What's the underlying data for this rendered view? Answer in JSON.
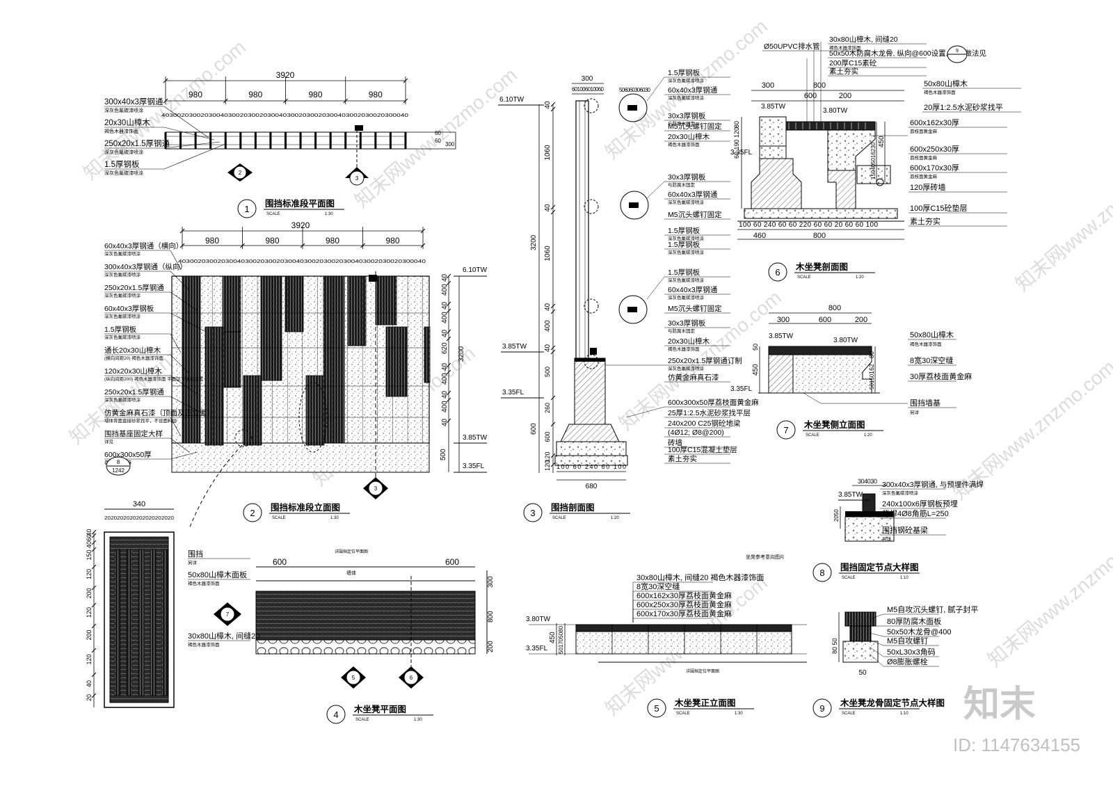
{
  "views": {
    "v1": {
      "num": "1",
      "title": "围挡标准段平面图",
      "scale_label": "SCALE",
      "scale": "1:30",
      "dim_total": "3920",
      "dim_seg": [
        "980",
        "980",
        "980",
        "980"
      ],
      "sub_dims": "403002030020300403002030020300403002030020300403002030020300040",
      "notes": [
        [
          "300x40x3厚钢通",
          "深灰色氟碳漆喷涂"
        ],
        [
          "20x30山樟木",
          "褐色木器漆饰面"
        ],
        [
          "250x20x1.5厚钢通",
          "深灰色氟碳漆喷涂"
        ],
        [
          "1.5厚钢板",
          "深灰色氟碳漆喷涂"
        ]
      ],
      "right_dims": [
        "60",
        "60",
        "300"
      ],
      "markers": [
        "2",
        "3"
      ]
    },
    "v2": {
      "num": "2",
      "title": "围挡标准段立面图",
      "scale_label": "SCALE",
      "scale": "1:30",
      "dim_total": "3920",
      "dim_seg": [
        "980",
        "980",
        "980",
        "980"
      ],
      "sub_dims": "403002030020300403002030020300403002030020300403002030020300040",
      "notes": [
        [
          "60x40x3厚钢通（横向）",
          "深灰色氟碳漆喷涂"
        ],
        [
          "300x40x3厚钢通（纵向）",
          "深灰色氟碳漆喷涂"
        ],
        [
          "250x20x1.5厚钢通",
          "深灰色氟碳漆喷涂"
        ],
        [
          "60x40x3厚钢板",
          "深灰色氟碳漆喷涂"
        ],
        [
          "1.5厚钢板",
          "深灰色氟碳漆喷涂"
        ],
        [
          "通长20x30山樟木",
          "(横向间距20) 褐色木器漆饰面"
        ],
        [
          "120x20x30山樟木",
          "(纵向间距200) 褐色木器漆饰面 平面见下随机设置"
        ],
        [
          "250x20x1.5厚钢通",
          "深灰色氟碳漆喷涂"
        ],
        [
          "仿黄金麻真石漆（顶面及正立面）",
          "墙体背面直接砂浆找平，不设面料层"
        ],
        [
          "围挡基座固定大样",
          "详见"
        ],
        [
          "600x300x50厚",
          "荔枝面黄金麻"
        ]
      ],
      "callout": [
        "8",
        "1242"
      ],
      "right_dims": [
        "40",
        "400",
        "40",
        "400",
        "40",
        "620",
        "40",
        "400",
        "40",
        "400",
        "40",
        "3200",
        "500"
      ],
      "levels": [
        "6.10TW",
        "3.85TW",
        "3.35FL"
      ],
      "marker": "3"
    },
    "v3": {
      "num": "3",
      "title": "围挡剖面图",
      "scale_label": "SCALE",
      "scale": "1:20",
      "top_dims": [
        "300",
        "60",
        "100",
        "60",
        "100",
        "60",
        "50",
        "60",
        "60",
        "30",
        "60",
        "30"
      ],
      "levels": [
        "6.10TW",
        "3.85TW",
        "3.35FL"
      ],
      "left_dims": [
        "40",
        "1060",
        "40",
        "1060",
        "40",
        "400",
        "40",
        "3200",
        "500",
        "260",
        "600",
        "120",
        "120",
        "100"
      ],
      "bottom_dims": [
        "100",
        "60",
        "240",
        "60",
        "100",
        "680"
      ],
      "notes": [
        [
          "1.5厚钢板",
          "深灰色氟碳漆喷涂"
        ],
        [
          "60x40x3厚钢通",
          "深灰色氟碳漆喷涂"
        ],
        [
          "30x3厚钢板",
          "与防腐木固定"
        ],
        [
          "M5沉头螺钉固定",
          ""
        ],
        [
          "20x30山樟木",
          "褐色木器漆饰面"
        ],
        [
          "30x3厚钢板",
          "与防腐木固定"
        ],
        [
          "60x40x3厚钢通",
          "深灰色氟碳漆喷涂"
        ],
        [
          "M5沉头螺钉固定",
          ""
        ],
        [
          "1.5厚钢板",
          "深灰色氟碳漆喷涂"
        ],
        [
          "1.5厚钢板",
          "深灰色氟碳漆喷涂"
        ],
        [
          "1.5厚钢板",
          "深灰色氟碳漆喷涂"
        ],
        [
          "60x40x3厚钢通",
          "深灰色氟碳漆喷涂"
        ],
        [
          "M5沉头螺钉固定",
          ""
        ],
        [
          "30x3厚钢板",
          "与防腐木固定"
        ],
        [
          "20x30山樟木",
          "褐色木器漆饰面"
        ],
        [
          "250x20x1.5厚钢通订制",
          "深灰色氟碳漆喷涂"
        ],
        [
          "仿黄金麻真石漆",
          ""
        ],
        [
          "600x300x50厚荔枝面黄金麻",
          ""
        ],
        [
          "25厚1:2.5水泥砂浆找平层",
          ""
        ],
        [
          "240x200 C25钢砼地梁",
          ""
        ],
        [
          "(4Ø12; Ø8@200)",
          ""
        ],
        [
          "砖墙",
          ""
        ],
        [
          "100厚C15混凝土垫层",
          ""
        ],
        [
          "素土夯实",
          ""
        ]
      ]
    },
    "v4": {
      "num": "4",
      "title": "木坐凳平面图",
      "scale_label": "SCALE",
      "scale": "1:30",
      "top_label": "详围挡定位平面图",
      "dims": [
        "600",
        "600"
      ],
      "center_label": "墙体",
      "notes": [
        [
          "围挡",
          "另详"
        ],
        [
          "50x80山樟木面板",
          "褐色木器漆饰面"
        ],
        [
          "30x80山樟木, 间缝20",
          "褐色木器漆饰面"
        ]
      ],
      "right_dims": [
        "300",
        "800",
        "200"
      ],
      "markers": [
        "7",
        "5",
        "6"
      ],
      "plan_width": "340",
      "plan_top": "2020202020202020202020",
      "plan_left": [
        "40",
        "60",
        "40",
        "150",
        "120",
        "200",
        "120",
        "200",
        "120",
        "40",
        "20"
      ]
    },
    "v5": {
      "num": "5",
      "title": "木坐凳正立面图",
      "scale_label": "SCALE",
      "scale": "1:30",
      "top_label": "坐凳参考意向图片",
      "notes": [
        "30x80山樟木, 间缝20 褐色木器漆饰面",
        "8宽30深空缝",
        "600x162x30厚荔枝面黄金麻",
        "600x250x30厚荔枝面黄金麻",
        "600x170x30厚荔枝面黄金麻"
      ],
      "levels": [
        "3.80TW",
        "3.35FL"
      ],
      "left_dims": [
        "450",
        "50",
        "170",
        "50",
        "80"
      ],
      "bottom_label": "详围挡定位平面图"
    },
    "v6": {
      "num": "6",
      "title": "木坐凳剖面图",
      "scale_label": "SCALE",
      "scale": "1:20",
      "notes": [
        [
          "30x80山樟木, 间缝20",
          "褐色木器漆饰面"
        ],
        [
          "Ø50UPVC排水管",
          ""
        ],
        [
          "50x50木防腐木龙骨, 纵向@600设置, 固定做法见",
          ""
        ],
        [
          "200厚C15素砼",
          ""
        ],
        [
          "素土夯实",
          ""
        ],
        [
          "50x80山樟木",
          "褐色木器漆饰面"
        ],
        [
          "20厚1:2.5水泥砂浆找平",
          ""
        ],
        [
          "600x162x30厚",
          "荔枝面黄金麻"
        ],
        [
          "600x250x30厚",
          "荔枝面黄金麻"
        ],
        [
          "600x170x30厚",
          "荔枝面黄金麻"
        ],
        [
          "120厚砖墙",
          ""
        ],
        [
          "100厚C15砼垫层",
          ""
        ],
        [
          "素土夯实",
          ""
        ]
      ],
      "top_dims": [
        "300",
        "600",
        "800",
        "200"
      ],
      "levels": [
        "3.85TW",
        "3.80TW",
        "3.35FL"
      ],
      "left_dims": [
        "80",
        "60",
        "190",
        "120",
        "20"
      ],
      "right_dims": [
        "50",
        "162",
        "30",
        "450",
        "150",
        "40"
      ],
      "bottom_dims": [
        "100",
        "60",
        "240",
        "60",
        "60",
        "220",
        "60",
        "60",
        "20",
        "60",
        "60",
        "100"
      ],
      "bottom_total": [
        "460",
        "800"
      ],
      "callout": "9"
    },
    "v7": {
      "num": "7",
      "title": "木坐凳侧立面图",
      "scale_label": "SCALE",
      "scale": "1:20",
      "top_dims": [
        "800",
        "300",
        "600",
        "200"
      ],
      "levels": [
        "3.85TW",
        "3.80TW",
        "3.35FL"
      ],
      "notes": [
        [
          "50x80山樟木",
          "褐色木器漆饰面"
        ],
        [
          "8宽30深空缝",
          ""
        ],
        [
          "30厚荔枝面黄金麻",
          ""
        ],
        [
          "围挡墙基",
          "另详"
        ]
      ],
      "left_dims": [
        "50",
        "450"
      ],
      "right_dims": [
        "80",
        "162",
        "50",
        "150"
      ]
    },
    "v8": {
      "num": "8",
      "title": "围挡固定节点大样图",
      "scale_label": "SCALE",
      "scale": "1:10",
      "top_dims": [
        "30",
        "40",
        "30"
      ],
      "level": "3.85TW",
      "notes": [
        [
          "300x40x3厚钢通, 与预埋件满焊",
          "深灰色氟碳漆喷涂"
        ],
        [
          "240x100x6厚钢板预埋",
          ""
        ],
        [
          "背焊4Ø8角筋L=250",
          ""
        ],
        [
          "围挡钢砼基梁",
          "另详"
        ]
      ],
      "left_dims": [
        "20",
        "50"
      ]
    },
    "v9": {
      "num": "9",
      "title": "木坐凳龙骨固定节点大样图",
      "scale_label": "SCALE",
      "scale": "1:10",
      "notes": [
        "M5自攻沉头螺钉, 腻子封平",
        "80厚防腐木面板",
        "50x50木龙骨@400",
        "M5自攻螺钉",
        "50xL30x3角码",
        "Ø8膨胀螺栓"
      ],
      "left_dims": [
        "80",
        "50"
      ],
      "bottom_dim": "50"
    }
  },
  "brand": {
    "logo_text": "知末",
    "id_text": "ID: 1147634155",
    "watermark": "知末网www.znzmo.com"
  }
}
